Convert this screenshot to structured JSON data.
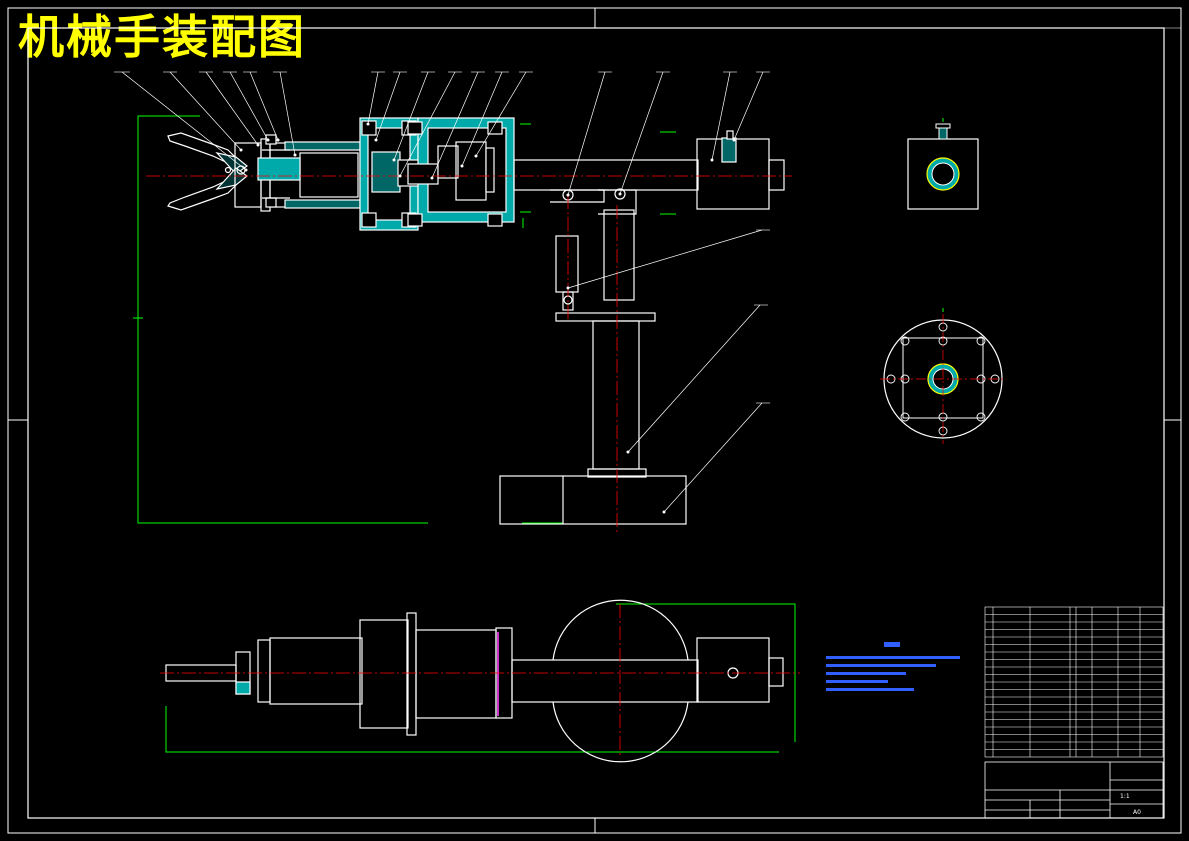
{
  "drawing": {
    "title": "机械手装配图"
  },
  "title_block": {
    "scale": "1:1",
    "sheet": "A0"
  },
  "colors": {
    "background": "#000000",
    "outline": "#ffffff",
    "centerline": "#ff0000",
    "dimension": "#00ff00",
    "section_fill": "#00ffff",
    "notes": "#3060ff",
    "title": "#ffff00"
  }
}
